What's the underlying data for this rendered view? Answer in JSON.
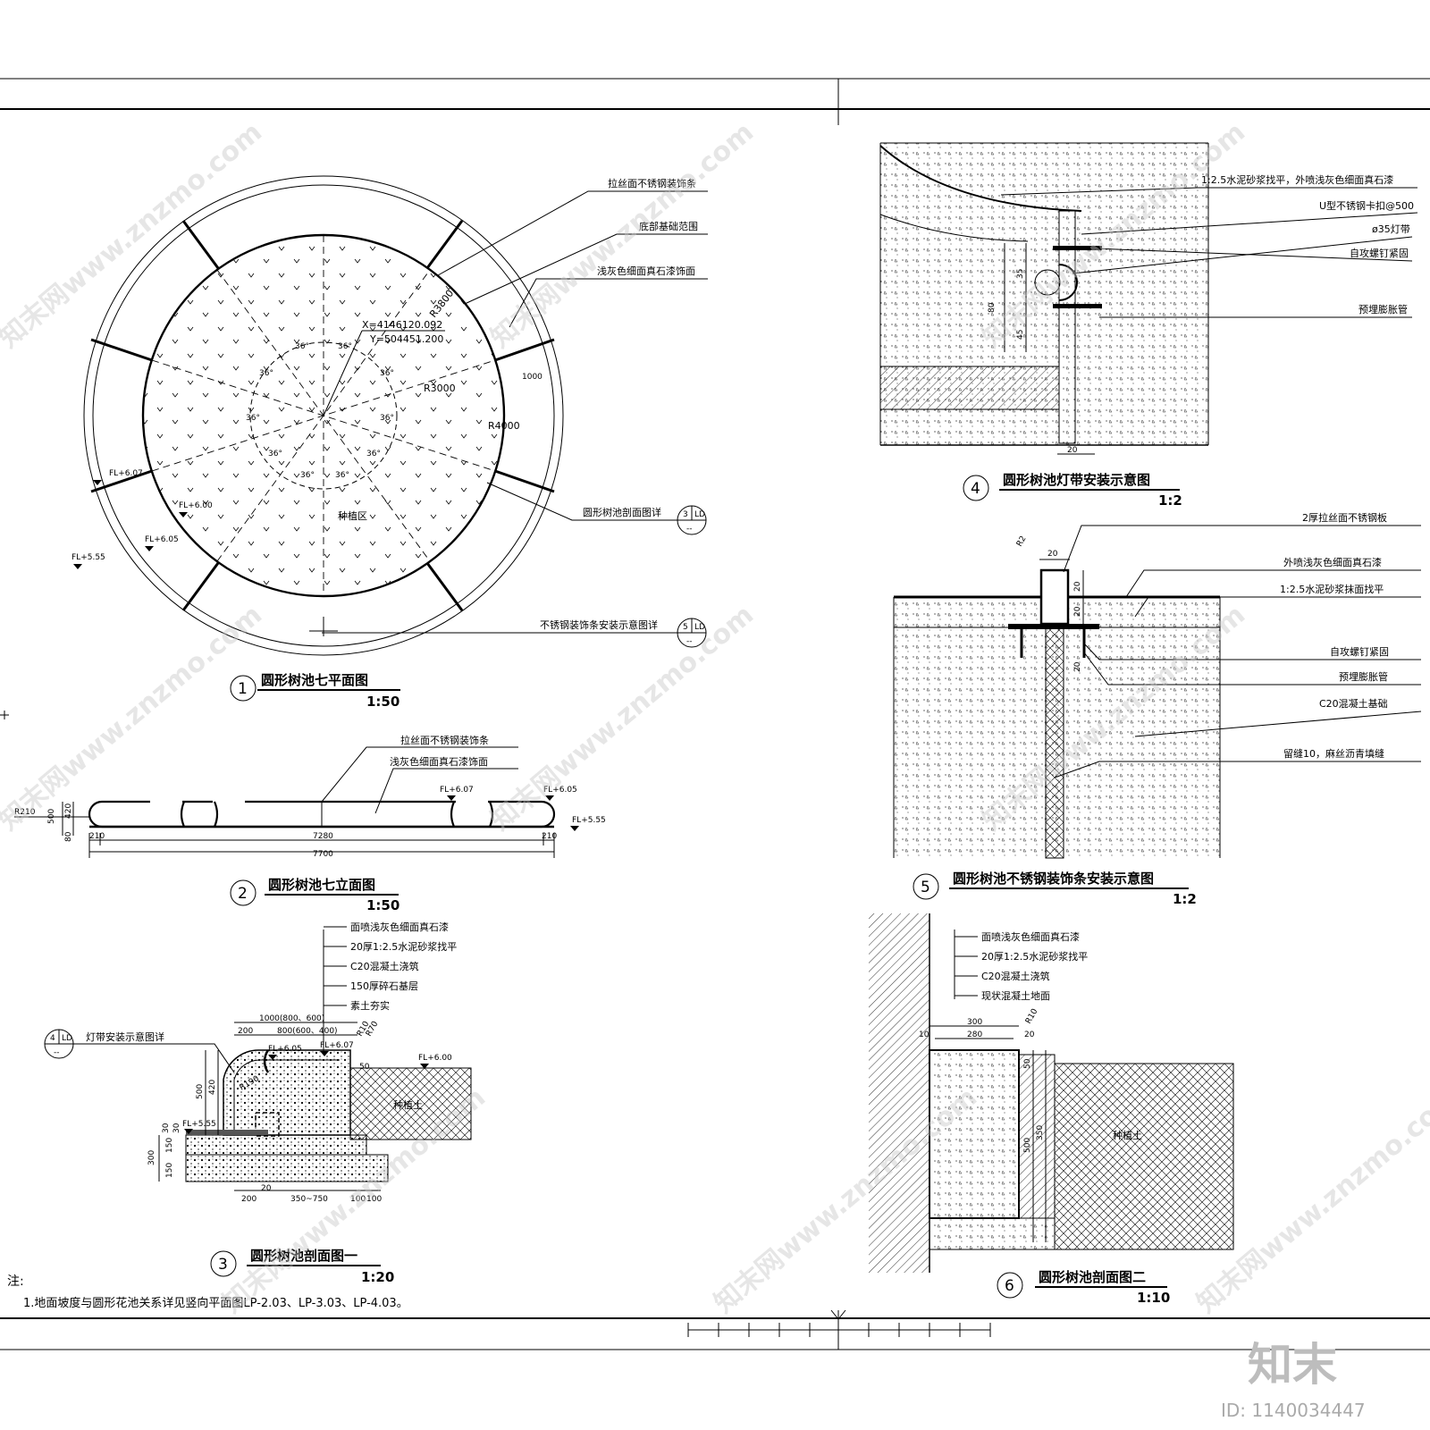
{
  "plan": {
    "labels": [
      "拉丝面不锈钢装饰条",
      "底部基础范围",
      "浅灰色细面真石漆饰面"
    ],
    "ref_sec": "圆形树池剖面图详",
    "ref_sec_num": "3",
    "ref_strip": "不锈钢装饰条安装示意图详",
    "ref_strip_num": "5",
    "ref_sheet": "LD",
    "ref_dash": "--",
    "coord_x": "X=4146120.092",
    "coord_y": "Y=504451.200",
    "angle": "36°",
    "r3000": "R3000",
    "r4000": "R4000",
    "r3800": "R3800",
    "d1000": "1000",
    "levels": [
      "FL+6.07",
      "FL+6.00",
      "FL+6.05",
      "FL+5.55"
    ],
    "zone": "种植区",
    "num": "1",
    "title": "圆形树池七平面图",
    "scale": "1:50"
  },
  "elev": {
    "labels": [
      "拉丝面不锈钢装饰条",
      "浅灰色细面真石漆饰面"
    ],
    "levels": [
      "FL+6.07",
      "FL+6.05",
      "FL+5.55"
    ],
    "r210": "R210",
    "dims": [
      "500",
      "420",
      "80",
      "210",
      "7280",
      "210",
      "7700"
    ],
    "num": "2",
    "title": "圆形树池七立面图",
    "scale": "1:50"
  },
  "sec1": {
    "layers": [
      "面喷浅灰色细面真石漆",
      "20厚1:2.5水泥砂浆找平",
      "C20混凝土浇筑",
      "150厚碎石基层",
      "素土夯实"
    ],
    "ref": "灯带安装示意图详",
    "ref_num": "4",
    "ref_sheet": "LD",
    "ref_dash": "--",
    "dims_top": [
      "1000(800、600)",
      "200",
      "800(600、400)",
      "R10",
      "R70"
    ],
    "levels": [
      "FL+6.05",
      "FL+6.07",
      "FL+6.00",
      "FL+5.55"
    ],
    "dims_left": [
      "500",
      "420",
      "30",
      "30",
      "300",
      "150",
      "150",
      "R190"
    ],
    "dims_bottom": [
      "200",
      "20",
      "350~750",
      "100",
      "100",
      "50"
    ],
    "soil": "种植土",
    "num": "3",
    "title": "圆形树池剖面图一",
    "scale": "1:20"
  },
  "detail4": {
    "labels": [
      "1:2.5水泥砂浆找平，外喷浅灰色细面真石漆",
      "U型不锈钢卡扣@500",
      "ø35灯带",
      "自攻螺钉紧固",
      "预埋膨胀管"
    ],
    "dims": [
      "35",
      "80",
      "45",
      "20"
    ],
    "num": "4",
    "title": "圆形树池灯带安装示意图",
    "scale": "1:2"
  },
  "detail5": {
    "labels": [
      "2厚拉丝面不锈钢板",
      "外喷浅灰色细面真石漆",
      "1:2.5水泥砂浆抹面找平",
      "自攻螺钉紧固",
      "预埋膨胀管",
      "C20混凝土基础",
      "留缝10，麻丝沥青填缝"
    ],
    "dims": [
      "R2",
      "20",
      "20",
      "20",
      "20"
    ],
    "num": "5",
    "title": "圆形树池不锈钢装饰条安装示意图",
    "scale": "1:2"
  },
  "sec2": {
    "layers": [
      "面喷浅灰色细面真石漆",
      "20厚1:2.5水泥砂浆找平",
      "C20混凝土浇筑",
      "现状混凝土地面"
    ],
    "dims": [
      "300",
      "280",
      "10",
      "20",
      "R10",
      "50",
      "500",
      "350"
    ],
    "soil": "种植土",
    "num": "6",
    "title": "圆形树池剖面图二",
    "scale": "1:10"
  },
  "note": {
    "head": "注:",
    "text": "1.地面坡度与圆形花池关系详见竖向平面图LP-2.03、LP-3.03、LP-4.03。"
  },
  "watermark": {
    "url": "知末网www.znzmo.com",
    "logo": "知末",
    "id": "ID: 1140034447"
  }
}
